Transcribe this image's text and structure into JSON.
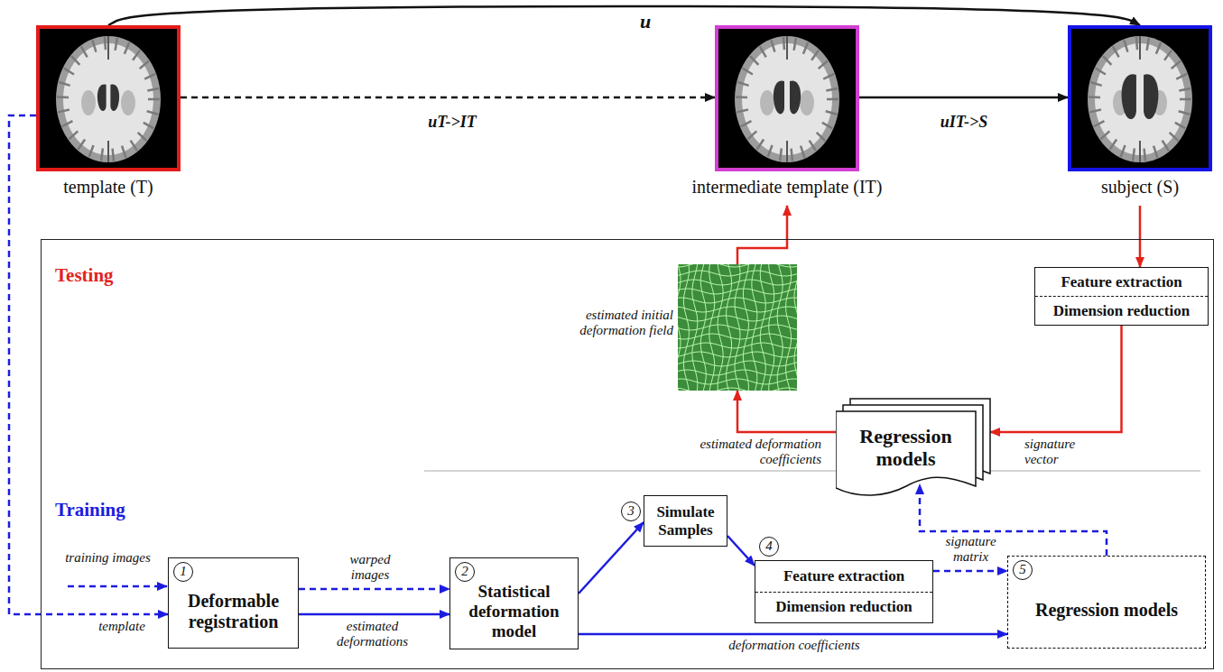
{
  "diagram": {
    "nodes": [
      {
        "text": [
          "template (T)"
        ]
      },
      {
        "text": [
          "intermediate template (IT)"
        ]
      },
      {
        "text": [
          "subject (S)"
        ]
      },
      {
        "text": [
          "Testing",
          "Training"
        ]
      },
      {
        "text": [
          "estimated initial deformation field"
        ],
        "in": 3
      },
      {
        "text": [
          "Feature extraction",
          "Dimension reduction"
        ],
        "in": 3
      },
      {
        "text": [
          "Regression models"
        ],
        "in": 3
      },
      {
        "text": [
          "1",
          "Deformable registration"
        ],
        "in": 3
      },
      {
        "text": [
          "2",
          "Statistical deformation model"
        ],
        "in": 3
      },
      {
        "text": [
          "3",
          "Simulate Samples"
        ],
        "in": 3
      },
      {
        "text": [
          "4",
          "Feature extraction",
          "Dimension reduction"
        ],
        "in": 3
      },
      {
        "text": [
          "5",
          "Regression models"
        ],
        "in": 3
      }
    ],
    "edges": [
      {
        "from": 0,
        "to": 2,
        "arrow": "to",
        "label": "u"
      },
      {
        "from": 0,
        "to": 1,
        "arrow": "to",
        "label": "uT->IT"
      },
      {
        "from": 1,
        "to": 2,
        "arrow": "to",
        "label": "uIT->S"
      },
      {
        "from": 2,
        "to": 5,
        "arrow": "to"
      },
      {
        "from": 5,
        "to": 6,
        "arrow": "to",
        "label": "signature vector"
      },
      {
        "from": 6,
        "to": 4,
        "arrow": "to",
        "label": "estimated deformation coefficients"
      },
      {
        "from": 4,
        "to": 1,
        "arrow": "to"
      },
      {
        "from": 0,
        "to": 7,
        "arrow": "to",
        "label": "template"
      },
      {
        "from": 7,
        "to": 8,
        "arrow": "to",
        "label": "warped images"
      },
      {
        "from": 7,
        "to": 8,
        "arrow": "to",
        "label": "estimated deformations"
      },
      {
        "from": 8,
        "to": 9,
        "arrow": "to"
      },
      {
        "from": 9,
        "to": 10,
        "arrow": "to"
      },
      {
        "from": 10,
        "to": 11,
        "arrow": "to",
        "label": "signature matrix"
      },
      {
        "from": 8,
        "to": 11,
        "arrow": "to",
        "label": "deformation coefficients"
      },
      {
        "from": 11,
        "to": 6,
        "arrow": "to"
      }
    ],
    "labels": [
      "training images"
    ]
  }
}
